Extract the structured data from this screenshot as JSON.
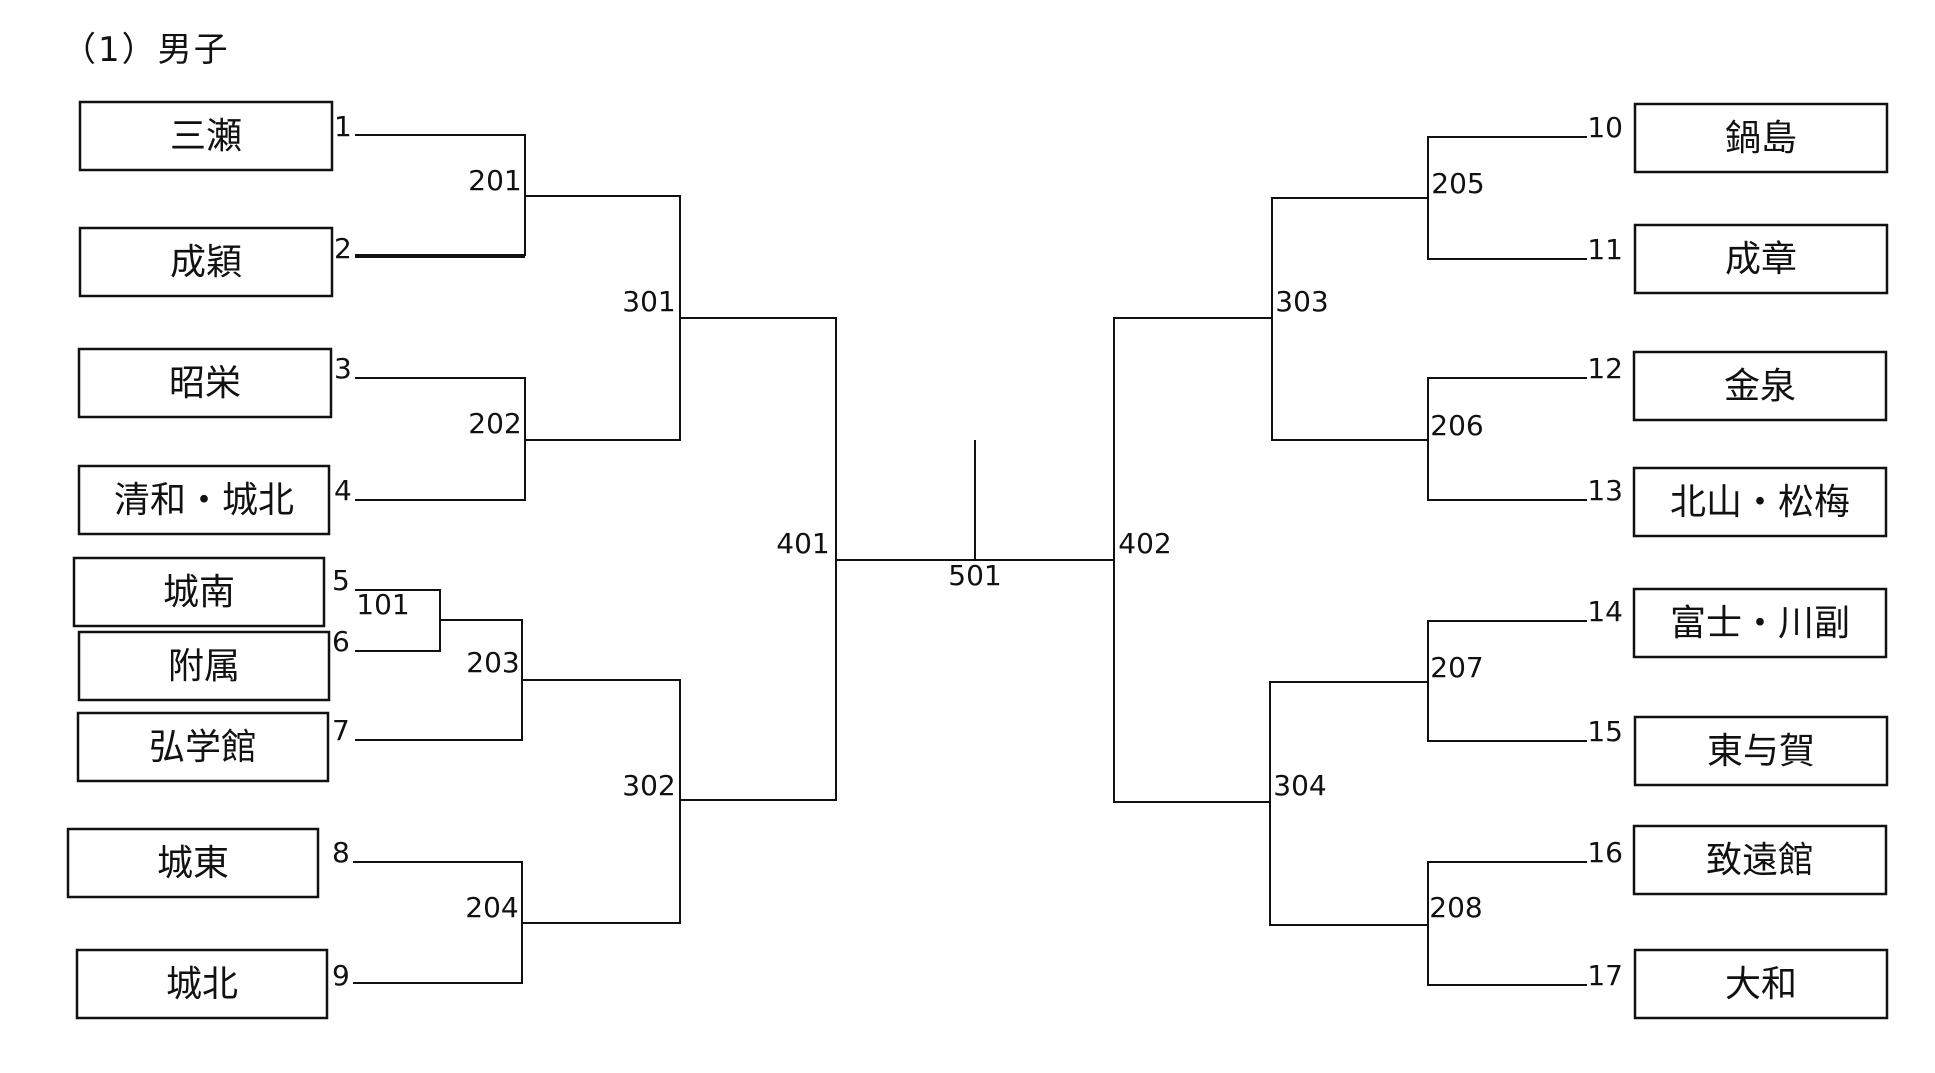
{
  "title": "（1）男子",
  "teams": [
    {
      "seed": "1",
      "name": "三瀬"
    },
    {
      "seed": "2",
      "name": "成穎"
    },
    {
      "seed": "3",
      "name": "昭栄"
    },
    {
      "seed": "4",
      "name": "清和・城北"
    },
    {
      "seed": "5",
      "name": "城南"
    },
    {
      "seed": "6",
      "name": "附属"
    },
    {
      "seed": "7",
      "name": "弘学館"
    },
    {
      "seed": "8",
      "name": "城東"
    },
    {
      "seed": "9",
      "name": "城北"
    },
    {
      "seed": "10",
      "name": "鍋島"
    },
    {
      "seed": "11",
      "name": "成章"
    },
    {
      "seed": "12",
      "name": "金泉"
    },
    {
      "seed": "13",
      "name": "北山・松梅"
    },
    {
      "seed": "14",
      "name": "富士・川副"
    },
    {
      "seed": "15",
      "name": "東与賀"
    },
    {
      "seed": "16",
      "name": "致遠館"
    },
    {
      "seed": "17",
      "name": "大和"
    }
  ],
  "matches": [
    "101",
    "201",
    "202",
    "203",
    "204",
    "205",
    "206",
    "207",
    "208",
    "301",
    "302",
    "303",
    "304",
    "401",
    "402",
    "501"
  ]
}
